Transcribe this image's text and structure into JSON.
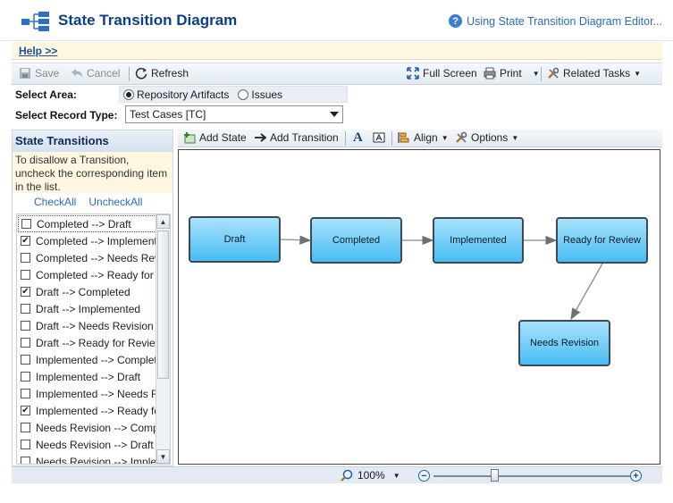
{
  "header": {
    "title": "State Transition Diagram",
    "help_title_link": "Using State Transition Diagram Editor..."
  },
  "helpbar": {
    "link": "Help >>"
  },
  "toolbar": {
    "save": "Save",
    "cancel": "Cancel",
    "refresh": "Refresh",
    "fullscreen": "Full Screen",
    "print": "Print",
    "related_tasks": "Related Tasks"
  },
  "form": {
    "select_area_label": "Select Area:",
    "area_options": [
      "Repository Artifacts",
      "Issues"
    ],
    "area_selected": "Repository Artifacts",
    "record_type_label": "Select Record Type:",
    "record_type_value": "Test Cases [TC]"
  },
  "left_panel": {
    "title": "State Transitions",
    "note": "To disallow a Transition, uncheck the corresponding item in the list.",
    "check_all": "CheckAll",
    "uncheck_all": "UncheckAll",
    "items": [
      {
        "label": "Completed --> Draft",
        "checked": false
      },
      {
        "label": "Completed --> Implemented",
        "checked": true
      },
      {
        "label": "Completed --> Needs Revision",
        "checked": false
      },
      {
        "label": "Completed --> Ready for Review",
        "checked": false
      },
      {
        "label": "Draft --> Completed",
        "checked": true
      },
      {
        "label": "Draft --> Implemented",
        "checked": false
      },
      {
        "label": "Draft --> Needs Revision",
        "checked": false
      },
      {
        "label": "Draft --> Ready for Review",
        "checked": false
      },
      {
        "label": "Implemented --> Completed",
        "checked": false
      },
      {
        "label": "Implemented --> Draft",
        "checked": false
      },
      {
        "label": "Implemented --> Needs Revision",
        "checked": false
      },
      {
        "label": "Implemented --> Ready for Review",
        "checked": true
      },
      {
        "label": "Needs Revision --> Completed",
        "checked": false
      },
      {
        "label": "Needs Revision --> Draft",
        "checked": false
      },
      {
        "label": "Needs Revision --> Implemented",
        "checked": false
      }
    ]
  },
  "diagram_toolbar": {
    "add_state": "Add State",
    "add_transition": "Add Transition",
    "align": "Align",
    "options": "Options"
  },
  "diagram": {
    "states": [
      "Draft",
      "Completed",
      "Implemented",
      "Ready for Review",
      "Needs Revision"
    ],
    "node_color": "#48bdf3"
  },
  "footer": {
    "zoom": "100%",
    "zoom_level": 0.3
  }
}
